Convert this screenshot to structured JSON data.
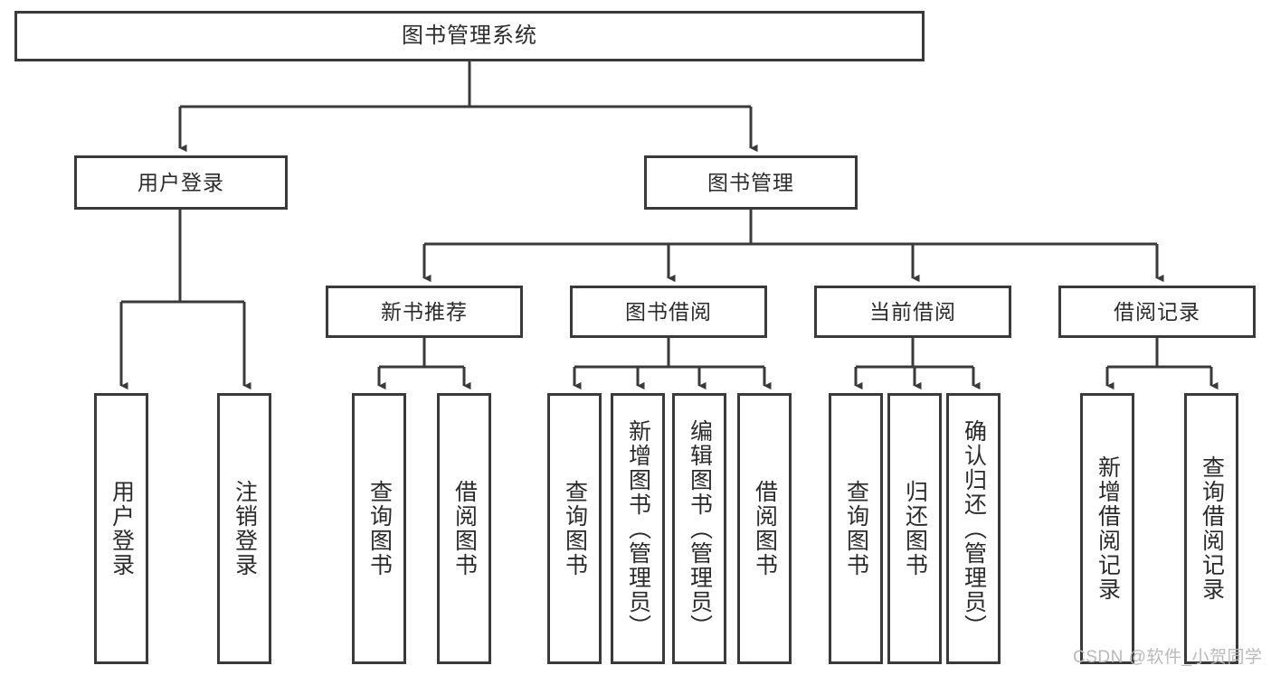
{
  "diagram": {
    "title": "图书管理系统",
    "type": "tree",
    "orientation": "top-down",
    "line_color": "#3a3a3a",
    "box_fill": "#ffffff",
    "text_color": "#2b2b2b",
    "watermark": "CSDN @软件_小贺同学"
  },
  "nodes": {
    "root": {
      "label": "图书管理系统",
      "level": 0,
      "text_direction": "horizontal"
    },
    "level1": [
      {
        "id": "user-login",
        "label": "用户登录",
        "text_direction": "horizontal"
      },
      {
        "id": "book-manage",
        "label": "图书管理",
        "text_direction": "horizontal"
      }
    ],
    "level2": [
      {
        "id": "new-book-recommend",
        "label": "新书推荐",
        "text_direction": "horizontal"
      },
      {
        "id": "book-borrow",
        "label": "图书借阅",
        "text_direction": "horizontal"
      },
      {
        "id": "current-borrow",
        "label": "当前借阅",
        "text_direction": "horizontal"
      },
      {
        "id": "borrow-record",
        "label": "借阅记录",
        "text_direction": "horizontal"
      }
    ],
    "leaves": [
      {
        "id": "leaf-user-login",
        "label": "用户登录",
        "parent": "user-login",
        "text_direction": "vertical"
      },
      {
        "id": "leaf-user-logout",
        "label": "注销登录",
        "parent": "user-login",
        "text_direction": "vertical"
      },
      {
        "id": "leaf-query-book-1",
        "label": "查询图书",
        "parent": "new-book-recommend",
        "text_direction": "vertical"
      },
      {
        "id": "leaf-borrow-book-1",
        "label": "借阅图书",
        "parent": "new-book-recommend",
        "text_direction": "vertical"
      },
      {
        "id": "leaf-query-book-2",
        "label": "查询图书",
        "parent": "book-borrow",
        "text_direction": "vertical"
      },
      {
        "id": "leaf-add-book",
        "label": "新增图书（管理员）",
        "parent": "book-borrow",
        "text_direction": "vertical"
      },
      {
        "id": "leaf-edit-book",
        "label": "编辑图书（管理员）",
        "parent": "book-borrow",
        "text_direction": "vertical"
      },
      {
        "id": "leaf-borrow-book-2",
        "label": "借阅图书",
        "parent": "book-borrow",
        "text_direction": "vertical"
      },
      {
        "id": "leaf-query-book-3",
        "label": "查询图书",
        "parent": "current-borrow",
        "text_direction": "vertical"
      },
      {
        "id": "leaf-return-book",
        "label": "归还图书",
        "parent": "current-borrow",
        "text_direction": "vertical"
      },
      {
        "id": "leaf-confirm-return",
        "label": "确认归还（管理员）",
        "parent": "current-borrow",
        "text_direction": "vertical"
      },
      {
        "id": "leaf-add-record",
        "label": "新增借阅记录",
        "parent": "borrow-record",
        "text_direction": "vertical"
      },
      {
        "id": "leaf-query-record",
        "label": "查询借阅记录",
        "parent": "borrow-record",
        "text_direction": "vertical"
      }
    ]
  }
}
